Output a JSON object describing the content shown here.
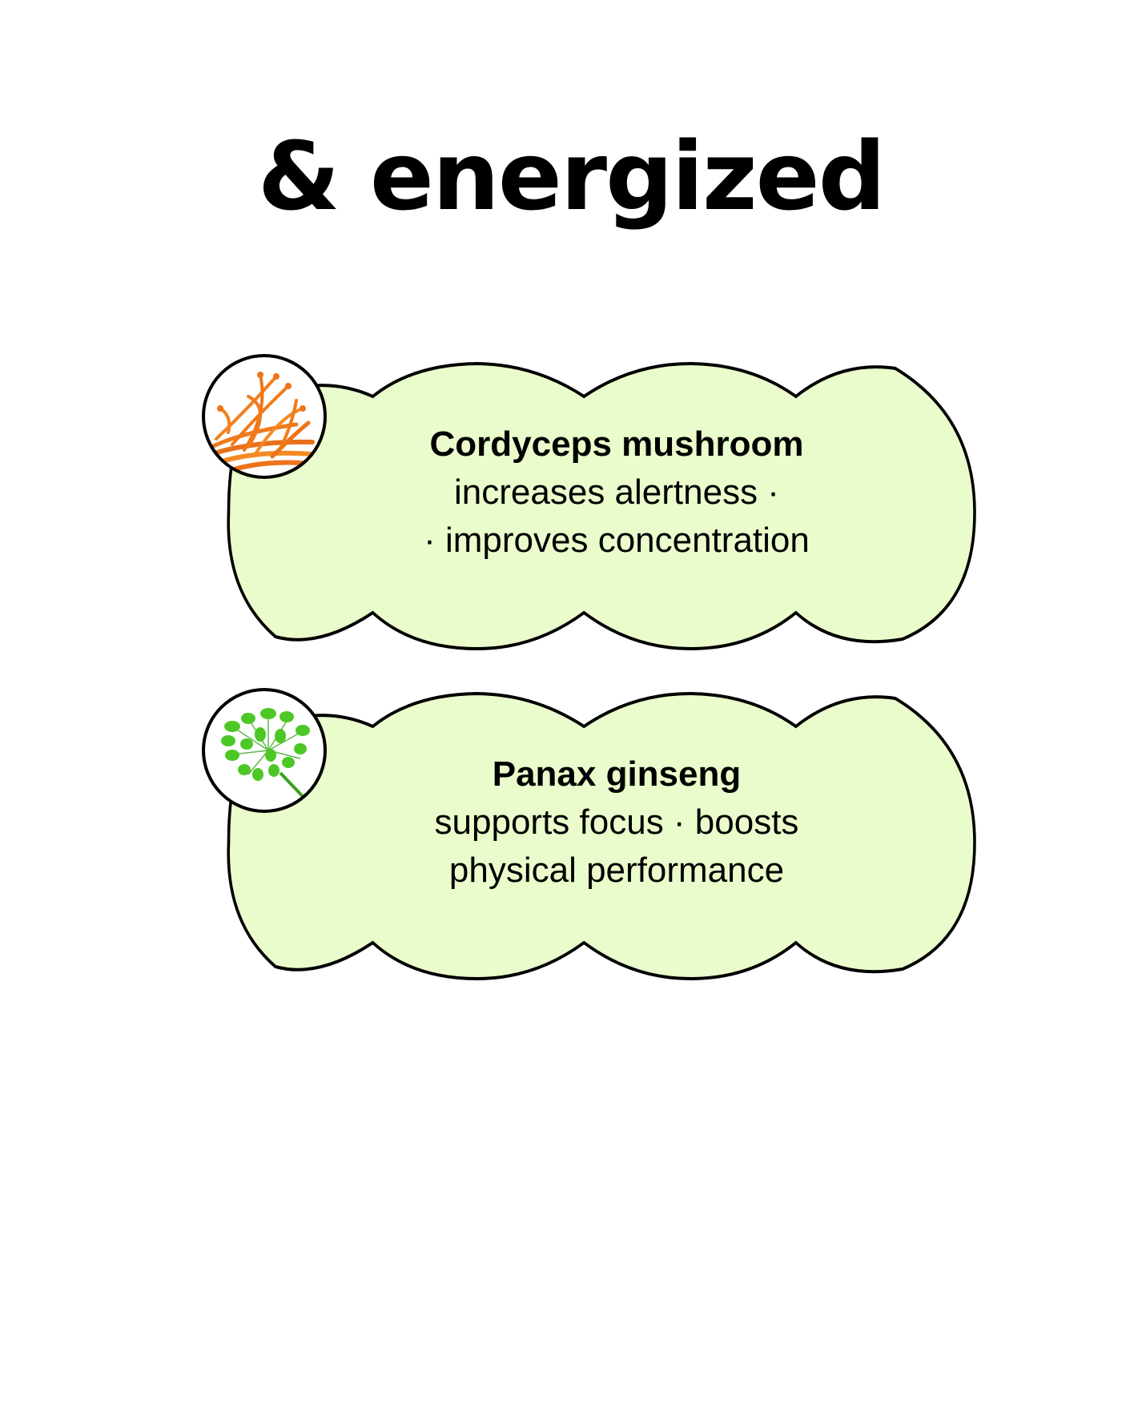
{
  "headline": "& energized",
  "colors": {
    "cloud_fill": "#eafccb",
    "outline": "#000000",
    "badge_bg": "#ffffff",
    "cordyceps": "#f07a1a",
    "ginseng": "#4cc726"
  },
  "cards": [
    {
      "name": "Cordyceps mushroom",
      "desc_line_1": "increases alertness  ·",
      "desc_line_2": "· improves concentration",
      "icon": "cordyceps-mushroom-icon"
    },
    {
      "name": "Panax ginseng",
      "desc_line_1": "supports focus  ·  boosts",
      "desc_line_2": "physical performance",
      "icon": "ginseng-flower-icon"
    }
  ]
}
